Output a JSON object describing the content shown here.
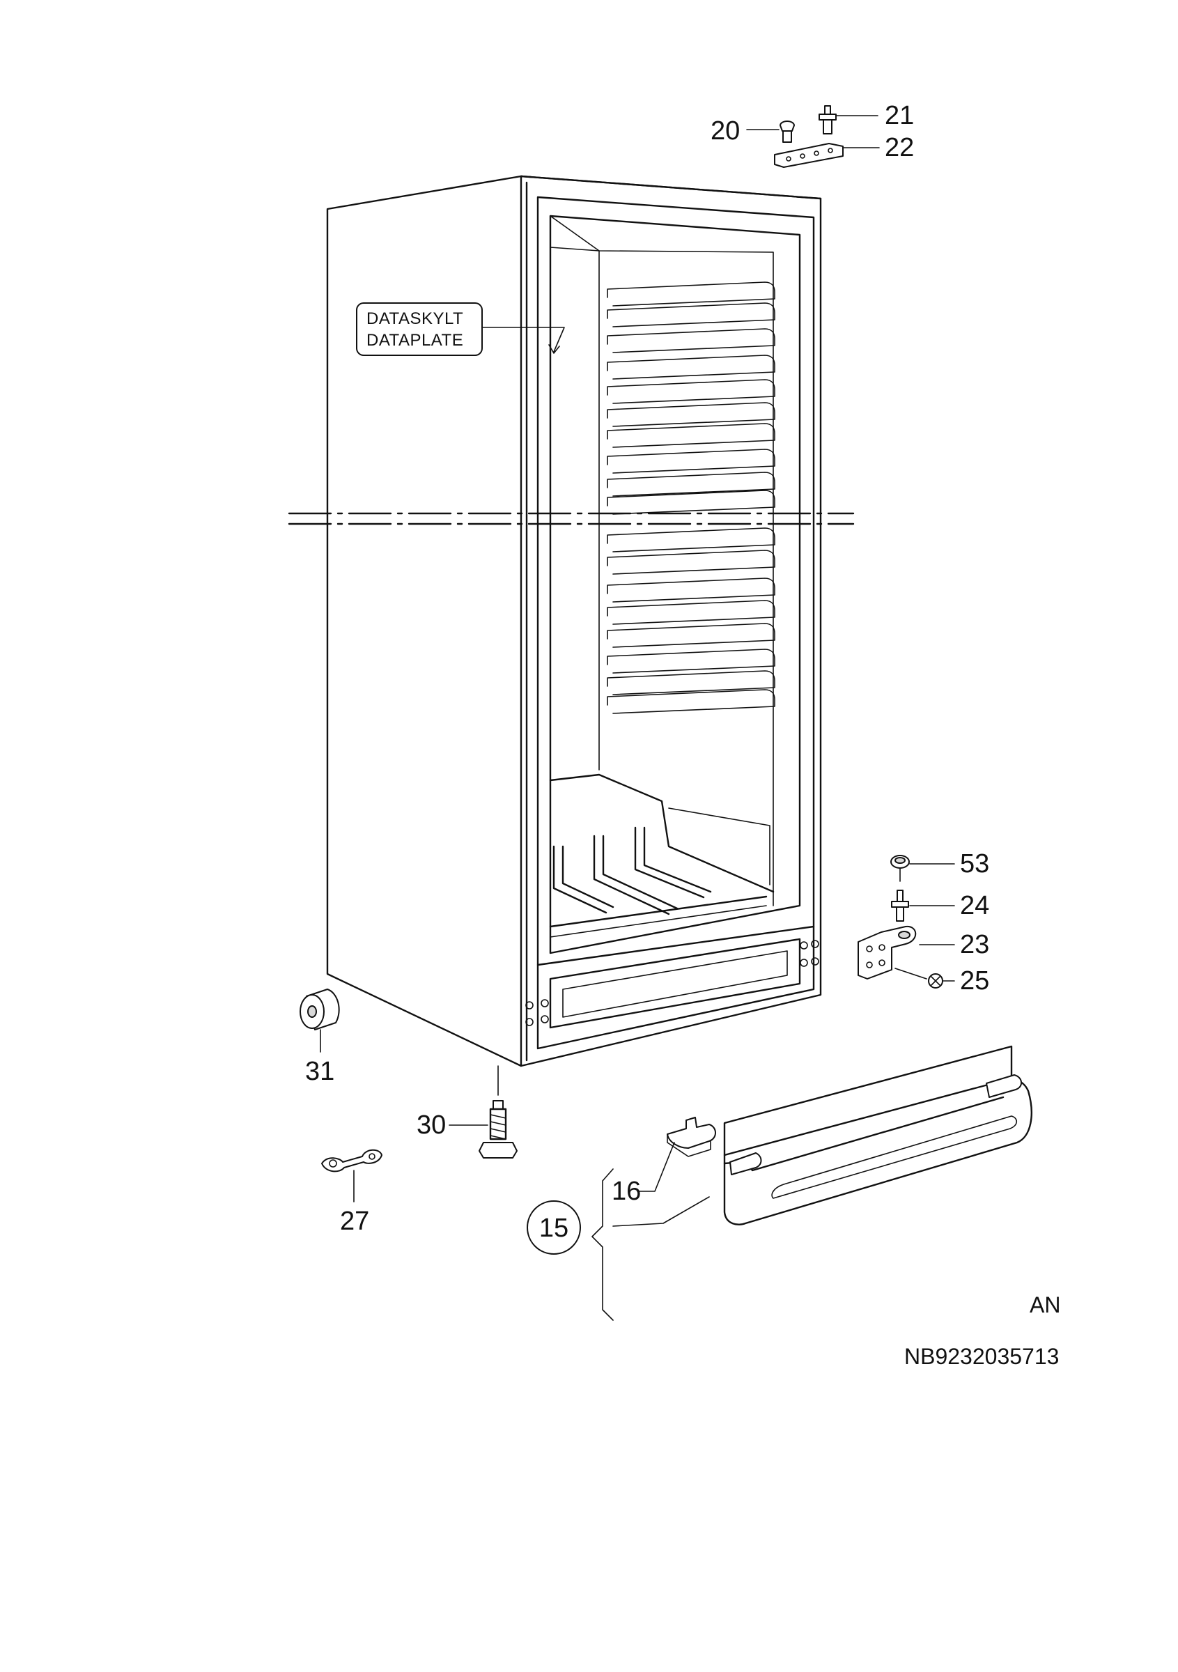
{
  "plate_label": {
    "line1": "DATASKYLT",
    "line2": "DATAPLATE"
  },
  "parts": {
    "p20": "20",
    "p21": "21",
    "p22": "22",
    "p53": "53",
    "p24": "24",
    "p23": "23",
    "p25": "25",
    "p31": "31",
    "p30": "30",
    "p27": "27",
    "p16": "16",
    "p15": "15"
  },
  "variant": "AN",
  "drawing_code": "NB9232035713"
}
